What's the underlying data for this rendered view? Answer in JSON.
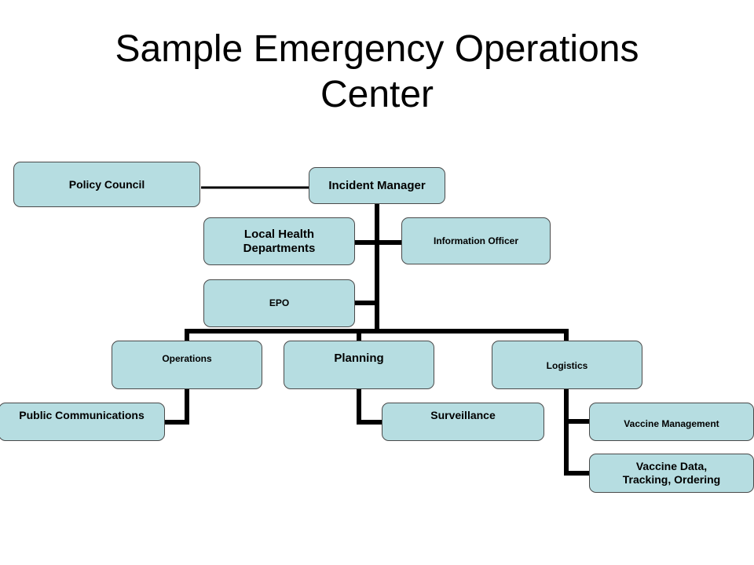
{
  "title": {
    "line1": "Sample Emergency Operations",
    "line2": "Center"
  },
  "nodes": {
    "policy_council": "Policy Council",
    "incident_manager": "Incident Manager",
    "local_health_1": "Local Health",
    "local_health_2": "Departments",
    "information_officer": "Information Officer",
    "epo": "EPO",
    "operations": "Operations",
    "planning": "Planning",
    "logistics": "Logistics",
    "public_communications": "Public Communications",
    "surveillance": "Surveillance",
    "vaccine_management": "Vaccine Management",
    "vaccine_data_1": "Vaccine Data,",
    "vaccine_data_2": "Tracking, Ordering"
  },
  "colors": {
    "node_fill": "#b6dde1",
    "connector": "#000000"
  }
}
